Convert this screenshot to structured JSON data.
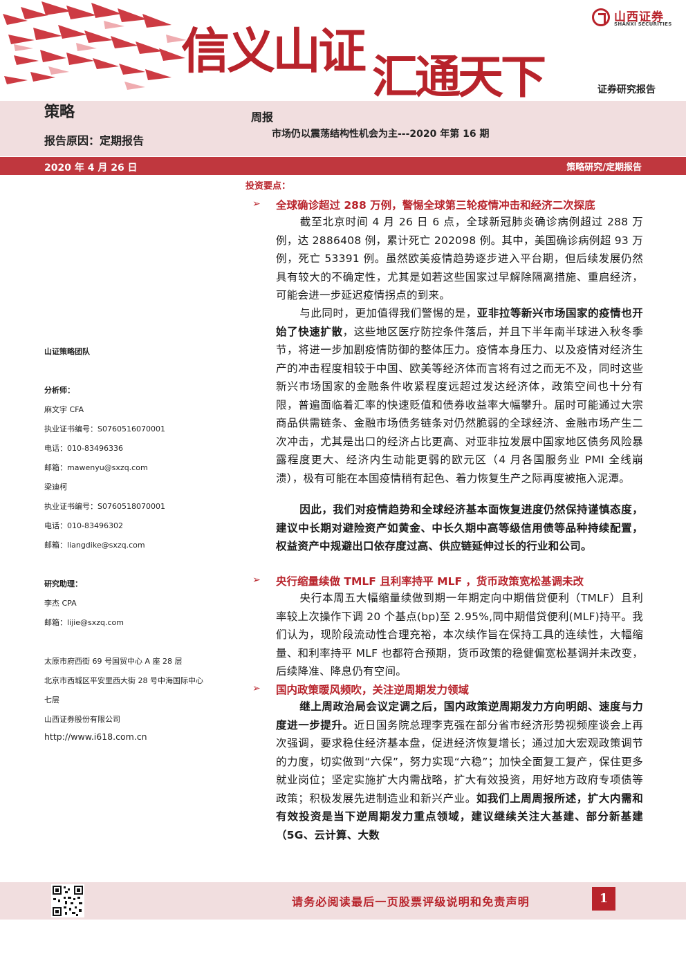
{
  "header": {
    "slogan_part1": "信义山证",
    "slogan_part2": "汇通天下",
    "logo_cn": "山西证券",
    "logo_en": "SHANXI SECURITIES",
    "report_type": "证券研究报告",
    "accent_color": "#b8232b"
  },
  "title_band": {
    "category": "策略",
    "reason": "报告原因：定期报告",
    "weekly": "周报",
    "subtitle": "市场仍以震荡结构性机会为主---2020 年第 16 期"
  },
  "date_bar": {
    "date": "2020 年 4 月 26 日",
    "right_label": "策略研究/定期报告"
  },
  "sidebar": {
    "team": "山证策略团队",
    "analyst_label": "分析师：",
    "analyst1_name": "麻文宇 CFA",
    "analyst1_cert": "执业证书编号：S0760516070001",
    "analyst1_phone": "电话：010-83496336",
    "analyst1_email": "邮箱：mawenyu@sxzq.com",
    "analyst2_name": "梁迪柯",
    "analyst2_cert": "执业证书编号：S0760518070001",
    "analyst2_phone": "电话：010-83496302",
    "analyst2_email": "邮箱：liangdike@sxzq.com",
    "assistant_label": "研究助理：",
    "assistant_name": "李杰 CPA",
    "assistant_email": "邮箱：lijie@sxzq.com",
    "address1": "太原市府西街 69 号国贸中心 A 座 28 层",
    "address2_line1": "北京市西城区平安里西大街 28 号中海国际中心",
    "address2_line2": "七层",
    "company": "山西证券股份有限公司",
    "website": "http://www.i618.com.cn"
  },
  "main": {
    "key_points_title": "投资要点：",
    "bullet_symbol": "➢",
    "s1_head": "全球确诊超过 288 万例，警惕全球第三轮疫情冲击和经济二次探底",
    "s1_p1": "截至北京时间 4 月 26 日 6 点，全球新冠肺炎确诊病例超过 288 万例，达 2886408 例，累计死亡 202098 例。其中，美国确诊病例超 93 万例，死亡 53391 例。虽然欧美疫情趋势逐步进入平台期，但后续发展仍然具有较大的不确定性，尤其是如若这些国家过早解除隔离措施、重启经济，可能会进一步延迟疫情拐点的到来。",
    "s1_p2_a": "与此同时，更加值得我们警惕的是，",
    "s1_p2_b": "亚非拉等新兴市场国家的疫情也开始了快速扩散",
    "s1_p2_c": "，这些地区医疗防控条件落后，并且下半年南半球进入秋冬季节，将进一步加剧疫情防御的整体压力。疫情本身压力、以及疫情对经济生产的冲击程度相较于中国、欧美等经济体而言将有过之而无不及，同时这些新兴市场国家的金融条件收紧程度远超过发达经济体，政策空间也十分有限，普遍面临着汇率的快速贬值和债券收益率大幅攀升。届时可能通过大宗商品供需链条、金融市场债务链条对仍然脆弱的全球经济、金融市场产生二次冲击，尤其是出口的经济占比更高、对亚非拉发展中国家地区债务风险暴露程度更大、经济内生动能更弱的欧元区（4 月各国服务业 PMI 全线崩溃），极有可能在本国疫情稍有起色、着力恢复生产之际再度被拖入泥潭。",
    "s1_p3": "因此，我们对疫情趋势和全球经济基本面恢复进度仍然保持谨慎态度，建议中长期对避险资产如黄金、中长久期中高等级信用债等品种持续配置，权益资产中规避出口依存度过高、供应链延伸过长的行业和公司。",
    "s2_head": "央行缩量续做 TMLF 且利率持平 MLF ，货币政策宽松基调未改",
    "s2_p1": "央行本周五大幅缩量续做到期一年期定向中期借贷便利（TMLF）且利率较上次操作下调 20 个基点(bp)至 2.95%,同中期借贷便利(MLF)持平。我们认为，现阶段流动性合理充裕，本次续作旨在保持工具的连续性，大幅缩量、和利率持平 MLF 也都符合预期，货币政策的稳健偏宽松基调并未改变，后续降准、降息仍有空间。",
    "s3_head": "国内政策暖风频吹，关注逆周期发力领域",
    "s3_p1_a": "继上周政治局会议定调之后，国内政策逆周期发力方向明朗、速度与力度进一步提升。",
    "s3_p1_b": "近日国务院总理李克强在部分省市经济形势视频座谈会上再次强调，要求稳住经济基本盘，促进经济恢复增长；通过加大宏观政策调节的力度，切实做到“六保”，努力实现“六稳”；加快全面复工复产，保住更多就业岗位；坚定实施扩大内需战略，扩大有效投资，用好地方政府专项债等政策；积极发展先进制造业和新兴产业。",
    "s3_p1_c": "如我们上周周报所述，扩大内需和有效投资是当下逆周期发力重点领域，建议继续关注大基建、部分新基建（5G、云计算、大数"
  },
  "footer": {
    "disclaimer": "请务必阅读最后一页股票评级说明和免责声明",
    "page_number": "1"
  }
}
